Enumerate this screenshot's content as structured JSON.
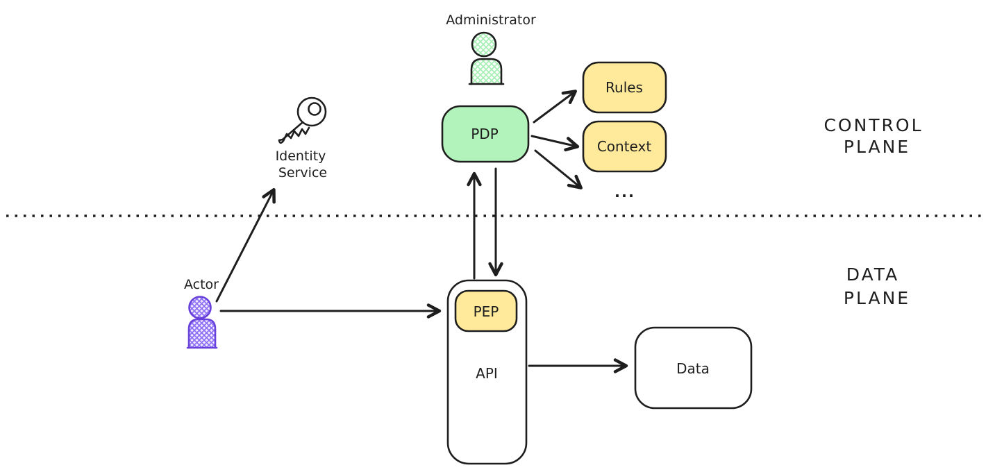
{
  "diagram": {
    "planes": {
      "control": {
        "line1": "CONTROL",
        "line2": "PLANE"
      },
      "data": {
        "line1": "DATA",
        "line2": "PLANE"
      }
    },
    "nodes": {
      "administrator": {
        "label": "Administrator"
      },
      "pdp": {
        "label": "PDP"
      },
      "rules": {
        "label": "Rules"
      },
      "context": {
        "label": "Context"
      },
      "more": {
        "label": "..."
      },
      "identity": {
        "line1": "Identity",
        "line2": "Service"
      },
      "actor": {
        "label": "Actor"
      },
      "pep": {
        "label": "PEP"
      },
      "api": {
        "label": "API"
      },
      "data": {
        "label": "Data"
      }
    },
    "colors": {
      "stroke": "#1e1e1e",
      "green_fill": "#b2f2bb",
      "yellow_fill": "#ffe99a",
      "violet_stroke": "#6741d9",
      "violet_hatch": "#9775fa",
      "green_hatch": "#a8eeb5"
    }
  }
}
